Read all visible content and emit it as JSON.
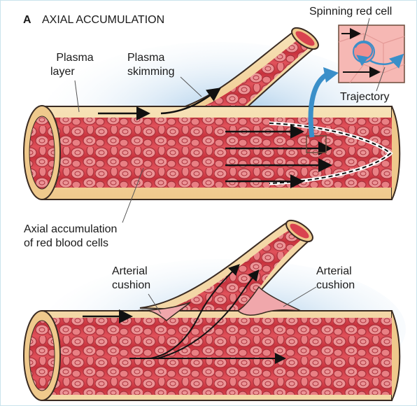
{
  "panel": {
    "letter": "A",
    "title": "AXIAL ACCUMULATION"
  },
  "labels": {
    "plasma_layer": [
      "Plasma",
      "layer"
    ],
    "plasma_skimming": [
      "Plasma",
      "skimming"
    ],
    "spinning_red_cell": "Spinning red cell",
    "trajectory": "Trajectory",
    "axial_accumulation": [
      "Axial accumulation",
      "of red blood cells"
    ],
    "arterial_cushion_left": [
      "Arterial",
      "cushion"
    ],
    "arterial_cushion_right": [
      "Arterial",
      "cushion"
    ]
  },
  "colors": {
    "vessel_wall": "#f3d7a6",
    "vessel_outline": "#3a2b22",
    "blood": "#d9434f",
    "red_cell": "#e88a8c",
    "red_cell_rim": "#b43a44",
    "cushion": "#f0a7ab",
    "callout_arrow": "#3a8fc9",
    "background_glow": "#9cc6e6"
  }
}
